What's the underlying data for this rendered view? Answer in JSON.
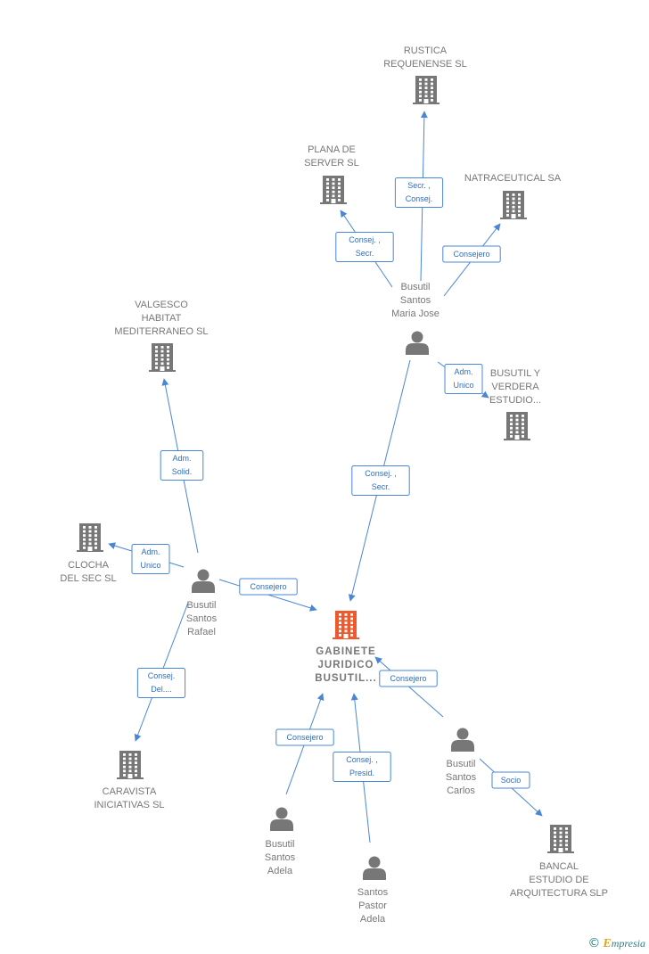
{
  "icons": {
    "company": "building-icon",
    "person": "person-icon"
  },
  "colors": {
    "company": "#777777",
    "company_main": "#ee5a2d",
    "edge": "#4a86d6",
    "label": "#777777"
  },
  "nodes": [
    {
      "id": "rustica",
      "type": "company",
      "label": [
        "RUSTICA",
        "REQUENENSE SL"
      ]
    },
    {
      "id": "plana",
      "type": "company",
      "label": [
        "PLANA DE",
        "SERVER SL"
      ]
    },
    {
      "id": "natraceutical",
      "type": "company",
      "label": [
        "NATRACEUTICAL SA"
      ]
    },
    {
      "id": "valgesco",
      "type": "company",
      "label": [
        "VALGESCO",
        "HABITAT",
        "MEDITERRANEO SL"
      ]
    },
    {
      "id": "busutil_verdera",
      "type": "company",
      "label": [
        "BUSUTIL Y",
        "VERDERA",
        "ESTUDIO..."
      ]
    },
    {
      "id": "clocha",
      "type": "company",
      "label": [
        "CLOCHA",
        "DEL SEC SL"
      ]
    },
    {
      "id": "gabinete",
      "type": "company",
      "main": true,
      "label": [
        "GABINETE",
        "JURIDICO",
        "BUSUTIL..."
      ]
    },
    {
      "id": "caravista",
      "type": "company",
      "label": [
        "CARAVISTA",
        "INICIATIVAS SL"
      ]
    },
    {
      "id": "bancal",
      "type": "company",
      "label": [
        "BANCAL",
        "ESTUDIO DE",
        "ARQUITECTURA SLP"
      ]
    },
    {
      "id": "maria_jose",
      "type": "person",
      "label": [
        "Busutil",
        "Santos",
        "Maria Jose"
      ]
    },
    {
      "id": "rafael",
      "type": "person",
      "label": [
        "Busutil",
        "Santos",
        "Rafael"
      ]
    },
    {
      "id": "carlos",
      "type": "person",
      "label": [
        "Busutil",
        "Santos",
        "Carlos"
      ]
    },
    {
      "id": "adela_b",
      "type": "person",
      "label": [
        "Busutil",
        "Santos",
        "Adela"
      ]
    },
    {
      "id": "adela_s",
      "type": "person",
      "label": [
        "Santos",
        "Pastor",
        "Adela"
      ]
    }
  ],
  "edges": [
    {
      "from": "maria_jose",
      "to": "rustica",
      "label": [
        "Secr. ,",
        "Consej."
      ]
    },
    {
      "from": "maria_jose",
      "to": "plana",
      "label": [
        "Consej. ,",
        "Secr."
      ]
    },
    {
      "from": "maria_jose",
      "to": "natraceutical",
      "label": [
        "Consejero"
      ]
    },
    {
      "from": "maria_jose",
      "to": "busutil_verdera",
      "label": [
        "Adm.",
        "Unico"
      ]
    },
    {
      "from": "maria_jose",
      "to": "gabinete",
      "label": [
        "Consej. ,",
        "Secr."
      ]
    },
    {
      "from": "rafael",
      "to": "valgesco",
      "label": [
        "Adm.",
        "Solid."
      ]
    },
    {
      "from": "rafael",
      "to": "clocha",
      "label": [
        "Adm.",
        "Unico"
      ]
    },
    {
      "from": "rafael",
      "to": "gabinete",
      "label": [
        "Consejero"
      ]
    },
    {
      "from": "rafael",
      "to": "caravista",
      "label": [
        "Consej.",
        "Del...."
      ]
    },
    {
      "from": "carlos",
      "to": "gabinete",
      "label": [
        "Consejero"
      ]
    },
    {
      "from": "carlos",
      "to": "bancal",
      "label": [
        "Socio"
      ]
    },
    {
      "from": "adela_b",
      "to": "gabinete",
      "label": [
        "Consejero"
      ]
    },
    {
      "from": "adela_s",
      "to": "gabinete",
      "label": [
        "Consej. ,",
        "Presid."
      ]
    }
  ],
  "footer": {
    "copyright": "©",
    "brand_first": "E",
    "brand_rest": "mpresia"
  }
}
